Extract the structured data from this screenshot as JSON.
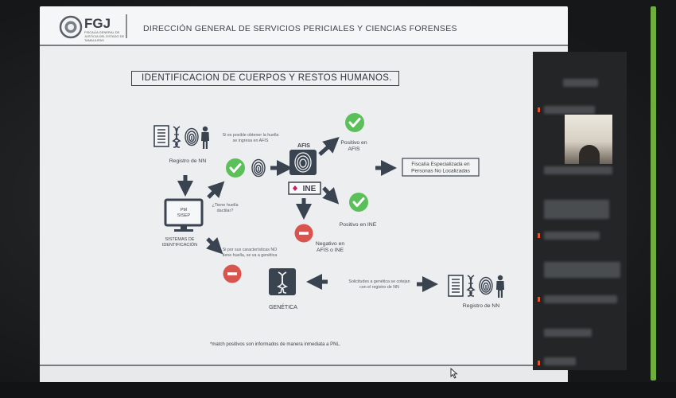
{
  "header": {
    "logo_text": "FGJ",
    "logo_subtitle": "FISCALÍA GENERAL DE JUSTICIA DEL ESTADO DE TAMAULIPAS",
    "department": "DIRECCIÓN GENERAL DE SERVICIOS PERICIALES Y CIENCIAS FORENSES"
  },
  "slide": {
    "heading": "IDENTIFICACION DE CUERPOS Y RESTOS HUMANOS.",
    "footnote": "*match positivos son informados de manera inmediata a PNL."
  },
  "diagram": {
    "registro_nn_top": "Registro de NN",
    "pm_label_1": "PM",
    "pm_label_2": "SISEP",
    "huella_note_1": "Si es posible obtener la huella",
    "huella_note_2": "se ingresa en AFIS",
    "afis_label": "AFIS",
    "ine_label": "INE",
    "positivo_afis_1": "Positivo en",
    "positivo_afis_2": "AFIS",
    "fiscalia_1": "Fiscalía Especializada en",
    "fiscalia_2": "Personas No Localizadas",
    "tiene_huella_1": "¿Tiene huella",
    "tiene_huella_2": "dactilar?",
    "positivo_ine": "Positivo en INE",
    "sistemas_1": "SISTEMAS DE",
    "sistemas_2": "IDENTIFICACIÓN",
    "sin_huella_1": "Si por sus características NO",
    "sin_huella_2": "tiene huella, se va a genética",
    "negativo_1": "Negativo en",
    "negativo_2": "AFIS o INE",
    "genetica": "GENÉTICA",
    "solicitudes_1": "Solicitudes a genética se cotejan",
    "solicitudes_2": "con el registro de NN",
    "registro_nn_bottom": "Registro de NN"
  },
  "colors": {
    "accent_green": "#5cc05a",
    "negative_red": "#d9534f",
    "icon_dark": "#3a4350",
    "frame_green": "#6fae3c"
  },
  "icons": [
    "document-icon",
    "dna-icon",
    "fingerprint-icon",
    "person-icon",
    "monitor-icon",
    "check-icon",
    "minus-icon",
    "arrow-icon",
    "afis-fingerprint-icon",
    "ine-logo-icon",
    "dna-box-icon",
    "cursor-icon"
  ]
}
